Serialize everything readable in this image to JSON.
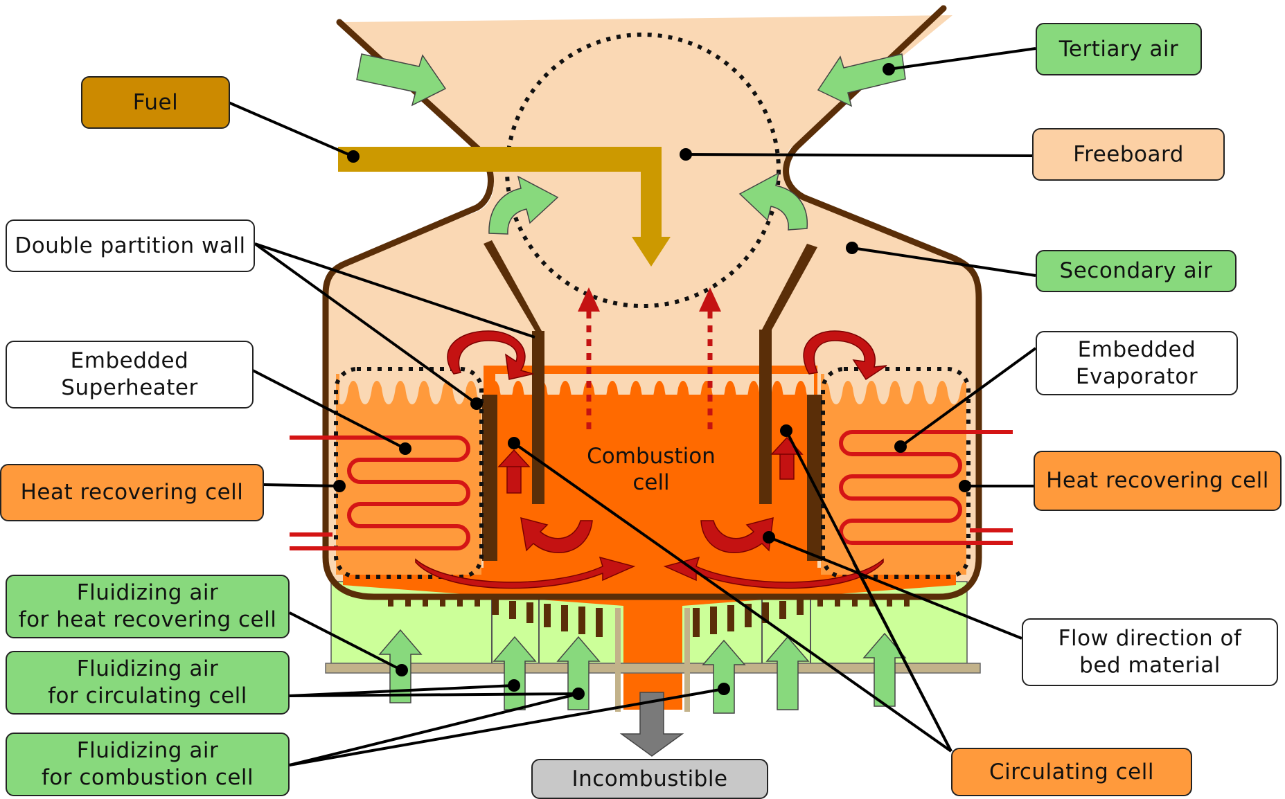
{
  "labels": {
    "fuel": "Fuel",
    "tertiary_air": "Tertiary air",
    "freeboard": "Freeboard",
    "double_partition_wall": "Double partition wall",
    "secondary_air": "Secondary air",
    "embedded_superheater": "Embedded\nSuperheater",
    "embedded_evaporator": "Embedded\nEvaporator",
    "heat_recovering_cell_left": "Heat recovering  cell",
    "heat_recovering_cell_right": "Heat recovering cell",
    "combustion_cell": "Combustion\ncell",
    "fluidizing_air_heat": "Fluidizing air\nfor heat recovering cell",
    "fluidizing_air_circulating": "Fluidizing air\nfor circulating cell",
    "fluidizing_air_combustion": "Fluidizing air\nfor combustion cell",
    "flow_direction": "Flow direction of\nbed material",
    "incombustible": "Incombustible",
    "circulating_cell": "Circulating cell"
  },
  "colors": {
    "freeboard": "#fad8b4",
    "wall": "#5a2e08",
    "bed": "#ff6a00",
    "heat_cell": "#ff9a3c",
    "air_plenum": "#ccff99",
    "air_arrow": "#88d97d",
    "fuel": "#cc9900",
    "coil": "#d41515",
    "flow_arrow": "#c41212",
    "label_green": "#88d97d",
    "label_orange": "#ff9a3c",
    "label_peach": "#fcd0a4",
    "label_brown": "#cc8a00",
    "label_gray": "#c8c8c8"
  }
}
